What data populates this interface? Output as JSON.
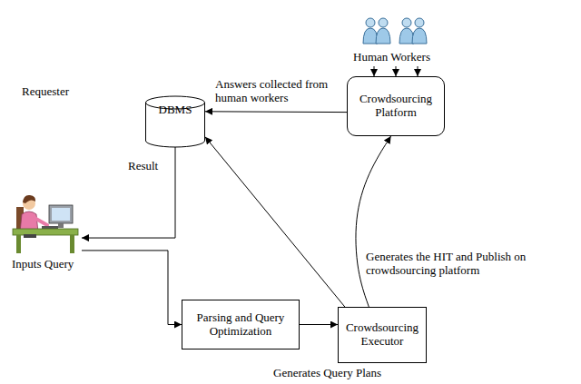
{
  "diagram": {
    "nodes": [
      {
        "text": [
          "Requester"
        ]
      },
      {
        "text": [
          "DBMS"
        ]
      },
      {
        "text": [
          "Crowdsourcing Platform"
        ]
      },
      {
        "text": [
          "Parsing and Query Optimization"
        ]
      },
      {
        "text": [
          "Crowdsourcing Executor"
        ]
      }
    ],
    "edges": [
      {
        "from": 2,
        "to": 1,
        "arrow": "to",
        "label": "Answers collected from human workers"
      },
      {
        "from": 1,
        "to": 0,
        "arrow": "to",
        "label": "Result"
      },
      {
        "from": 0,
        "to": 3,
        "arrow": "to",
        "label": "Inputs Query"
      },
      {
        "from": 3,
        "to": 4,
        "arrow": "to"
      },
      {
        "from": 4,
        "to": 1,
        "arrow": "to"
      },
      {
        "from": 4,
        "to": 2,
        "arrow": "to",
        "label": "Generates the HIT and Publish on crowdsourcing platform"
      }
    ],
    "labels": [
      "Human Workers",
      "Generates Query Plans"
    ]
  }
}
